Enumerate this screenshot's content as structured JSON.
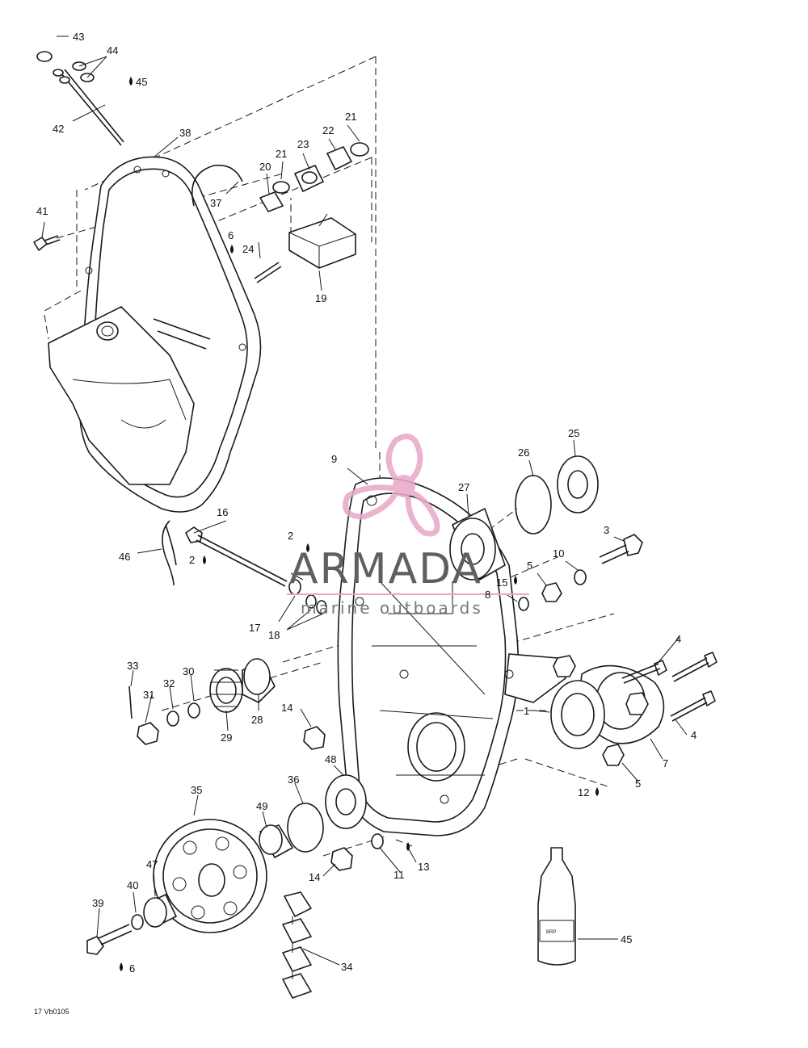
{
  "diagram": {
    "drawing_code": "17 Vb0105",
    "callouts": [
      "43",
      "44",
      "45",
      "42",
      "38",
      "41",
      "21",
      "22",
      "23",
      "21",
      "20",
      "37",
      "6",
      "24",
      "19",
      "9",
      "26",
      "25",
      "27",
      "3",
      "16",
      "46",
      "2",
      "2",
      "10",
      "5",
      "15",
      "8",
      "17",
      "18",
      "4",
      "33",
      "32",
      "30",
      "31",
      "28",
      "29",
      "14",
      "1",
      "7",
      "4",
      "12",
      "5",
      "35",
      "36",
      "48",
      "49",
      "47",
      "11",
      "13",
      "14",
      "40",
      "39",
      "6",
      "34",
      "45"
    ]
  },
  "watermark": {
    "title": "ARMADA",
    "subtitle": "marine outboards",
    "color": "#e8a7c6"
  },
  "colors": {
    "ink": "#1a1a1a",
    "watermark_pink": "#e8a7c6"
  }
}
